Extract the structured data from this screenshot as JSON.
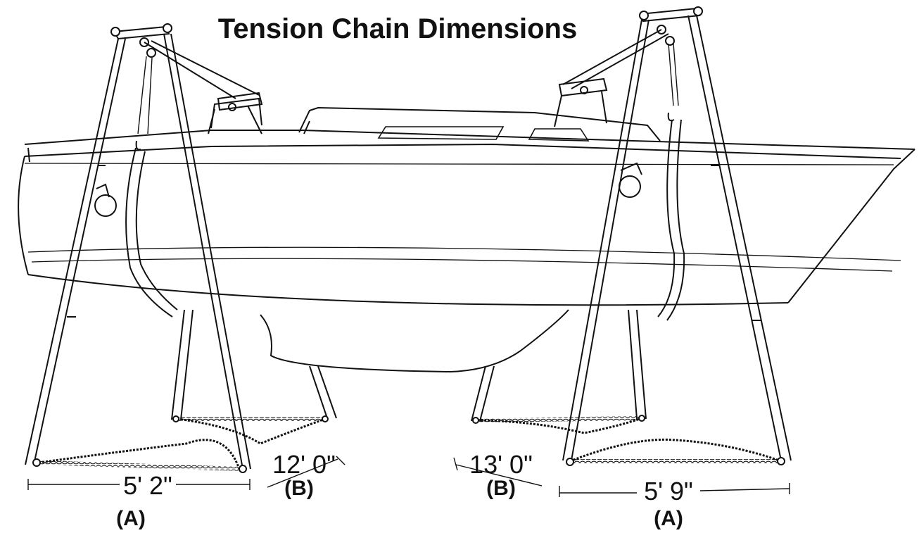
{
  "title": "Tension Chain Dimensions",
  "left_stand": {
    "dim_a_value": "5' 2\"",
    "dim_a_label": "(A)",
    "dim_b_value": "12' 0\"",
    "dim_b_label": "(B)"
  },
  "right_stand": {
    "dim_a_value": "5' 9\"",
    "dim_a_label": "(A)",
    "dim_b_value": "13' 0\"",
    "dim_b_label": "(B)"
  },
  "colors": {
    "ink": "#111111",
    "background": "#ffffff"
  }
}
